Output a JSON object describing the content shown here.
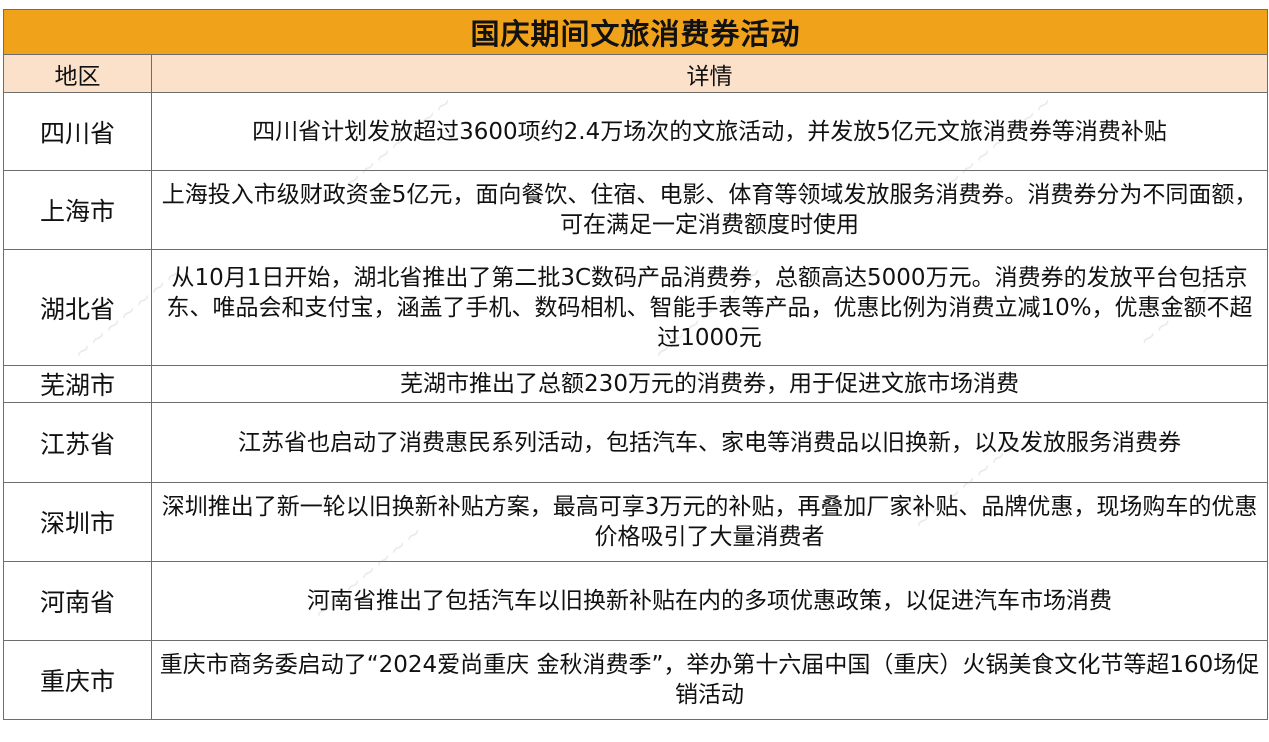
{
  "table": {
    "title": "国庆期间文旅消费券活动",
    "headers": {
      "region": "地区",
      "detail": "详情"
    },
    "rows": [
      {
        "region": "四川省",
        "detail": "四川省计划发放超过3600项约2.4万场次的文旅活动，并发放5亿元文旅消费券等消费补贴"
      },
      {
        "region": "上海市",
        "detail": "上海投入市级财政资金5亿元，面向餐饮、住宿、电影、体育等领域发放服务消费券。消费券分为不同面额，可在满足一定消费额度时使用"
      },
      {
        "region": "湖北省",
        "detail": "从10月1日开始，湖北省推出了第二批3C数码产品消费券，总额高达5000万元。消费券的发放平台包括京东、唯品会和支付宝，涵盖了手机、数码相机、智能手表等产品，优惠比例为消费立减10%，优惠金额不超过1000元"
      },
      {
        "region": "芜湖市",
        "detail": "芜湖市推出了总额230万元的消费券，用于促进文旅市场消费"
      },
      {
        "region": "江苏省",
        "detail": "江苏省也启动了消费惠民系列活动，包括汽车、家电等消费品以旧换新，以及发放服务消费券"
      },
      {
        "region": "深圳市",
        "detail": "深圳推出了新一轮以旧换新补贴方案，最高可享3万元的补贴，再叠加厂家补贴、品牌优惠，现场购车的优惠价格吸引了大量消费者"
      },
      {
        "region": "河南省",
        "detail": "河南省推出了包括汽车以旧换新补贴在内的多项优惠政策，以促进汽车市场消费"
      },
      {
        "region": "重庆市",
        "detail": "重庆市商务委启动了“2024爱尚重庆 金秋消费季”，举办第十六届中国（重庆）火锅美食文化节等超160场促销活动"
      }
    ]
  },
  "colors": {
    "title_bg": "#f0a21b",
    "header_bg": "#fbe1c9",
    "border": "#6d6d6d"
  }
}
